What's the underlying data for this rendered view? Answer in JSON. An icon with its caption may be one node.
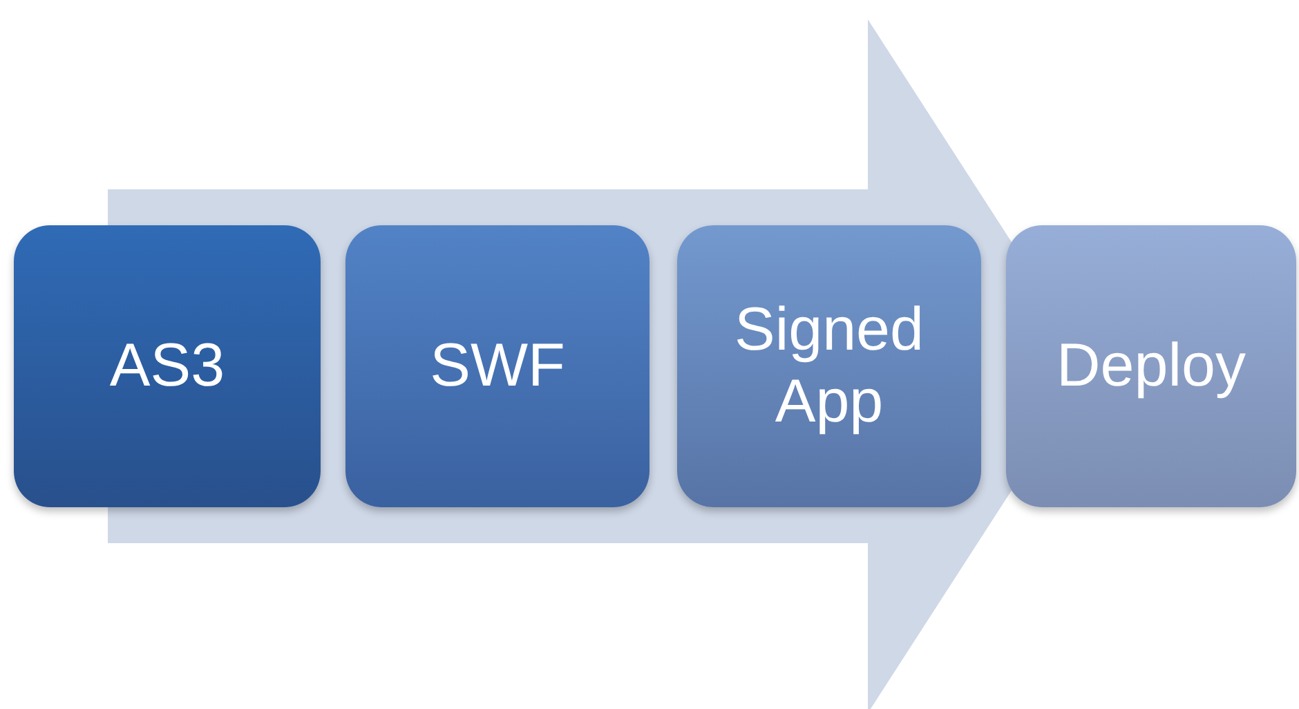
{
  "diagram": {
    "nodes": [
      {
        "text": [
          "AS3"
        ]
      },
      {
        "text": [
          "SWF"
        ]
      },
      {
        "text": [
          "Signed App"
        ]
      },
      {
        "text": [
          "Deploy"
        ]
      }
    ],
    "edges": [
      {
        "from": 0,
        "to": 3,
        "arrow": "to",
        "style": "thick"
      }
    ]
  }
}
